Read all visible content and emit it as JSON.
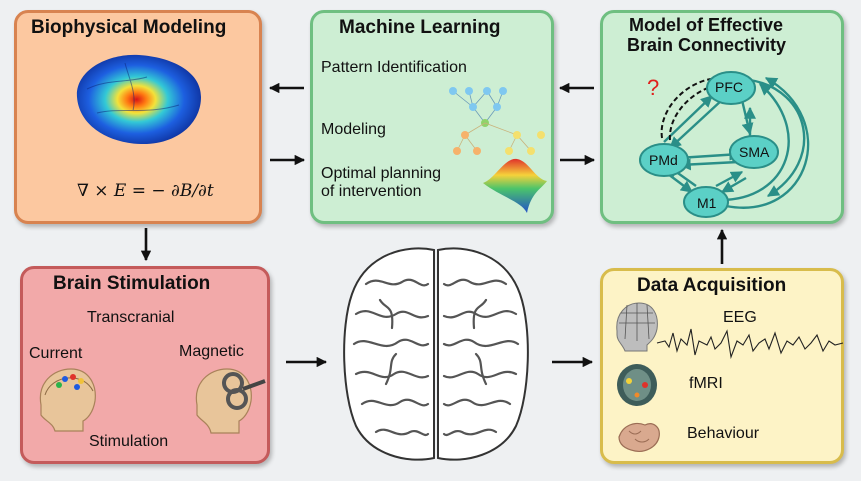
{
  "biophysical": {
    "title": "Biophysical Modeling",
    "equation": "∇ × E = − ∂B/∂t"
  },
  "machine_learning": {
    "title": "Machine Learning",
    "pattern": "Pattern Identification",
    "modeling": "Modeling",
    "optimal_1": "Optimal planning",
    "optimal_2": "of intervention"
  },
  "connectivity": {
    "title_1": "Model of Effective",
    "title_2": "Brain Connectivity",
    "question": "?",
    "nodes": {
      "pfc": "PFC",
      "pmd": "PMd",
      "sma": "SMA",
      "m1": "M1"
    }
  },
  "stimulation": {
    "title": "Brain Stimulation",
    "transcranial": "Transcranial",
    "current": "Current",
    "magnetic": "Magnetic",
    "stimulation": "Stimulation"
  },
  "acquisition": {
    "title": "Data Acquisition",
    "eeg": "EEG",
    "fmri": "fMRI",
    "behaviour": "Behaviour"
  },
  "colors": {
    "orange_fill": "#fcc8a0",
    "orange_border": "#d88350",
    "green_fill": "#cdeed3",
    "green_border": "#6fbf81",
    "red_fill": "#f2a9a9",
    "red_border": "#c45b5b",
    "yellow_fill": "#fdf3c6",
    "yellow_border": "#d8bc4c",
    "node": "#5bd0c6",
    "node_edge": "#2a8f88"
  }
}
